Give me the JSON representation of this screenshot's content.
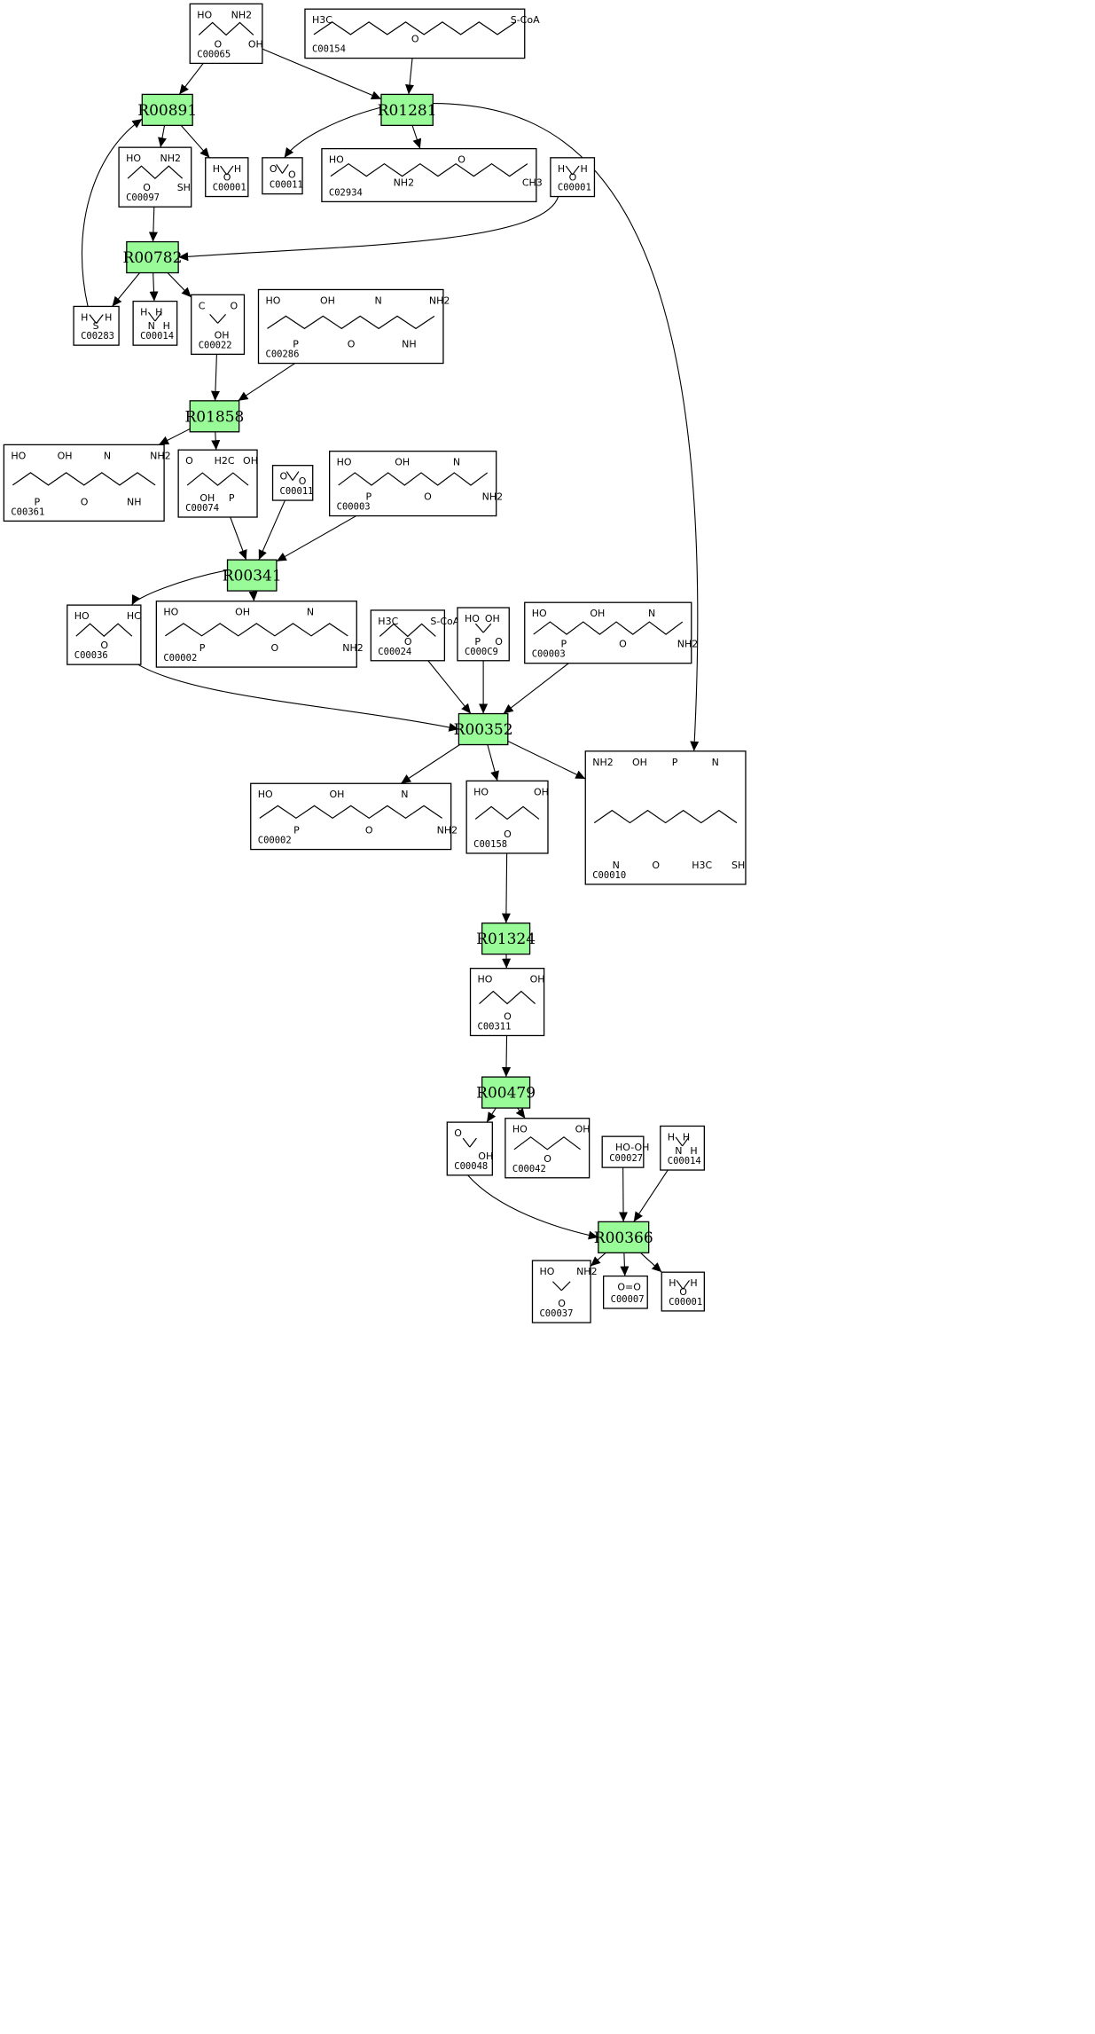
{
  "reactions": [
    {
      "id": "R00891",
      "label": "R00891"
    },
    {
      "id": "R01281",
      "label": "R01281"
    },
    {
      "id": "R00782",
      "label": "R00782"
    },
    {
      "id": "R01858",
      "label": "R01858"
    },
    {
      "id": "R00341",
      "label": "R00341"
    },
    {
      "id": "R00352",
      "label": "R00352"
    },
    {
      "id": "R01324",
      "label": "R01324"
    },
    {
      "id": "R00479",
      "label": "R00479"
    },
    {
      "id": "R00366",
      "label": "R00366"
    }
  ],
  "compounds": [
    {
      "id": "n_C00065",
      "label": "C00065",
      "atoms": [
        "HO",
        "O",
        "NH2",
        "OH"
      ]
    },
    {
      "id": "n_C00154",
      "label": "C00154",
      "atoms": [
        "H3C",
        "O",
        "S-CoA"
      ]
    },
    {
      "id": "n_C00097",
      "label": "C00097",
      "atoms": [
        "HO",
        "O",
        "NH2",
        "SH"
      ]
    },
    {
      "id": "n_C00001a",
      "label": "C00001",
      "atoms": [
        "H",
        "O",
        "H"
      ]
    },
    {
      "id": "n_C00011a",
      "label": "C00011",
      "atoms": [
        "O",
        "O"
      ]
    },
    {
      "id": "n_C02934",
      "label": "C02934",
      "atoms": [
        "HO",
        "NH2",
        "O",
        "CH3"
      ]
    },
    {
      "id": "n_C00001b",
      "label": "C00001",
      "atoms": [
        "H",
        "O",
        "H"
      ]
    },
    {
      "id": "n_C00283",
      "label": "C00283",
      "atoms": [
        "H",
        "S",
        "H"
      ]
    },
    {
      "id": "n_C00014a",
      "label": "C00014",
      "atoms": [
        "H",
        "N",
        "H",
        "H"
      ]
    },
    {
      "id": "n_C00022",
      "label": "C00022",
      "atoms": [
        "C",
        "OH",
        "O"
      ]
    },
    {
      "id": "n_C00286",
      "label": "C00286",
      "atoms": [
        "HO",
        "P",
        "OH",
        "O",
        "N",
        "NH",
        "NH2"
      ]
    },
    {
      "id": "n_C00361",
      "label": "C00361",
      "atoms": [
        "HO",
        "P",
        "OH",
        "O",
        "N",
        "NH",
        "NH2"
      ]
    },
    {
      "id": "n_C00074",
      "label": "C00074",
      "atoms": [
        "O",
        "OH",
        "H2C",
        "P",
        "OH"
      ]
    },
    {
      "id": "n_C00011b",
      "label": "C00011",
      "atoms": [
        "O",
        "O"
      ]
    },
    {
      "id": "n_C00003a",
      "label": "C00003",
      "atoms": [
        "HO",
        "P",
        "OH",
        "O",
        "N",
        "NH2"
      ]
    },
    {
      "id": "n_C00036",
      "label": "C00036",
      "atoms": [
        "HO",
        "O",
        "HC"
      ]
    },
    {
      "id": "n_C00002a",
      "label": "C00002",
      "atoms": [
        "HO",
        "P",
        "OH",
        "O",
        "N",
        "NH2"
      ]
    },
    {
      "id": "n_C00024",
      "label": "C00024",
      "atoms": [
        "H3C",
        "O",
        "S-CoA"
      ]
    },
    {
      "id": "n_C00009",
      "label": "C000C9",
      "atoms": [
        "HO",
        "P",
        "OH",
        "O"
      ]
    },
    {
      "id": "n_C00003b",
      "label": "C00003",
      "atoms": [
        "HO",
        "P",
        "OH",
        "O",
        "N",
        "NH2"
      ]
    },
    {
      "id": "n_C00002b",
      "label": "C00002",
      "atoms": [
        "HO",
        "P",
        "OH",
        "O",
        "N",
        "NH2"
      ]
    },
    {
      "id": "n_C00158",
      "label": "C00158",
      "atoms": [
        "HO",
        "O",
        "OH"
      ]
    },
    {
      "id": "n_C00010",
      "label": "C00010",
      "atoms": [
        "NH2",
        "N",
        "OH",
        "O",
        "P",
        "H3C",
        "N",
        "SH"
      ]
    },
    {
      "id": "n_C00311",
      "label": "C00311",
      "atoms": [
        "HO",
        "O",
        "OH"
      ]
    },
    {
      "id": "n_C00048",
      "label": "C00048",
      "atoms": [
        "O",
        "OH"
      ]
    },
    {
      "id": "n_C00042",
      "label": "C00042",
      "atoms": [
        "HO",
        "O",
        "OH"
      ]
    },
    {
      "id": "n_C00027",
      "label": "C00027",
      "atoms": [
        "HO-OH"
      ]
    },
    {
      "id": "n_C00014b",
      "label": "C00014",
      "atoms": [
        "H",
        "N",
        "H",
        "H"
      ]
    },
    {
      "id": "n_C00037",
      "label": "C00037",
      "atoms": [
        "HO",
        "O",
        "NH2"
      ]
    },
    {
      "id": "n_C00007",
      "label": "C00007",
      "atoms": [
        "O=O"
      ]
    },
    {
      "id": "n_C00001c",
      "label": "C00001",
      "atoms": [
        "H",
        "O",
        "H"
      ]
    }
  ],
  "edges": [
    [
      "n_C00065",
      "R00891"
    ],
    [
      "n_C00065",
      "R01281"
    ],
    [
      "n_C00154",
      "R01281"
    ],
    [
      "R00891",
      "n_C00097"
    ],
    [
      "R00891",
      "n_C00001a"
    ],
    [
      "R01281",
      "n_C00011a"
    ],
    [
      "R01281",
      "n_C02934"
    ],
    [
      "R01281",
      "n_C00010"
    ],
    [
      "n_C00097",
      "R00782"
    ],
    [
      "n_C00001b",
      "R00782"
    ],
    [
      "R00782",
      "n_C00283"
    ],
    [
      "R00782",
      "n_C00014a"
    ],
    [
      "R00782",
      "n_C00022"
    ],
    [
      "n_C00283",
      "R00891"
    ],
    [
      "n_C00022",
      "R01858"
    ],
    [
      "n_C00286",
      "R01858"
    ],
    [
      "R01858",
      "n_C00361"
    ],
    [
      "R01858",
      "n_C00074"
    ],
    [
      "n_C00074",
      "R00341"
    ],
    [
      "n_C00011b",
      "R00341"
    ],
    [
      "n_C00003a",
      "R00341"
    ],
    [
      "R00341",
      "n_C00036"
    ],
    [
      "R00341",
      "n_C00002a"
    ],
    [
      "n_C00036",
      "R00352"
    ],
    [
      "n_C00024",
      "R00352"
    ],
    [
      "n_C00009",
      "R00352"
    ],
    [
      "n_C00003b",
      "R00352"
    ],
    [
      "R00352",
      "n_C00002b"
    ],
    [
      "R00352",
      "n_C00158"
    ],
    [
      "R00352",
      "n_C00010"
    ],
    [
      "n_C00158",
      "R01324"
    ],
    [
      "R01324",
      "n_C00311"
    ],
    [
      "n_C00311",
      "R00479"
    ],
    [
      "R00479",
      "n_C00048"
    ],
    [
      "R00479",
      "n_C00042"
    ],
    [
      "n_C00048",
      "R00366"
    ],
    [
      "n_C00027",
      "R00366"
    ],
    [
      "n_C00014b",
      "R00366"
    ],
    [
      "R00366",
      "n_C00037"
    ],
    [
      "R00366",
      "n_C00007"
    ],
    [
      "R00366",
      "n_C00001c"
    ]
  ]
}
